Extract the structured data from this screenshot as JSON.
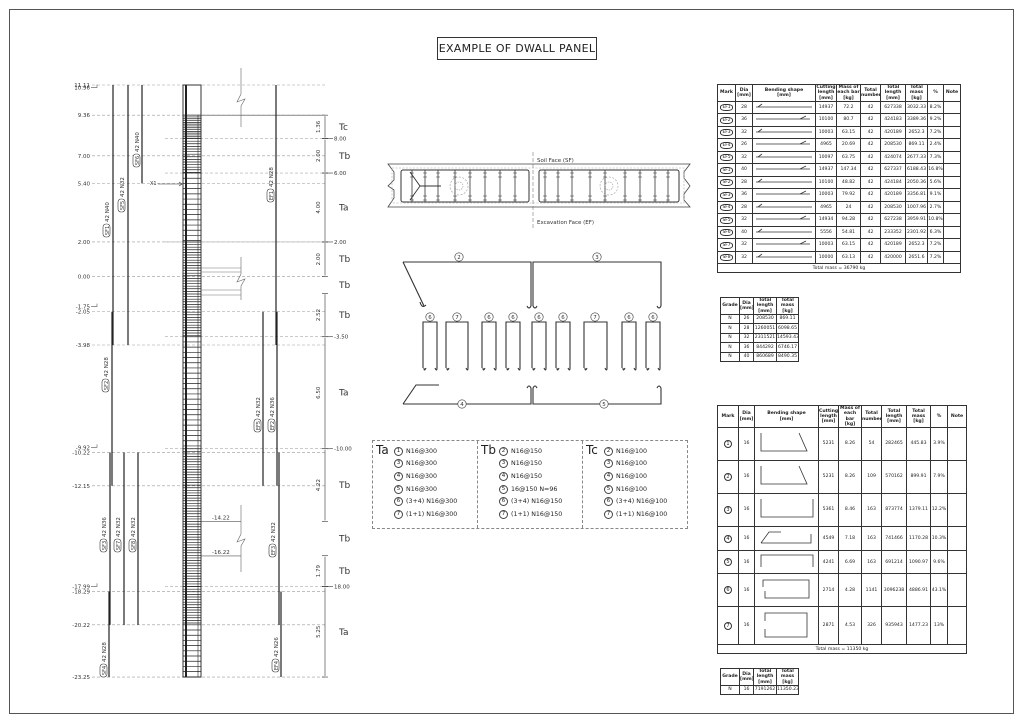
{
  "title": "EXAMPLE OF DWALL PANEL",
  "elevation": {
    "left_levels": [
      "11.11",
      "10.96",
      "9.36",
      "7.00",
      "5.40",
      "2.00",
      "0.00",
      "-1.75",
      "-2.05",
      "-3.98",
      "-9.92",
      "-10.22",
      "-12.15",
      "-17.99",
      "-18.29",
      "-20.22",
      "-23.25"
    ],
    "right_levels": [
      "8.00",
      "6.00",
      "2.00",
      "-3.50",
      "-10.00",
      "18.00"
    ],
    "right_level_values": [
      8.0,
      6.0,
      2.0,
      -3.5,
      -10.0,
      -18.0
    ],
    "callouts": [
      "-14.22",
      "-16.22"
    ],
    "x1_label": "X1",
    "dims": [
      {
        "label": "1.36",
        "zone": "Tc",
        "from": 9.36,
        "to": 8.0
      },
      {
        "label": "2.00",
        "zone": "Tb",
        "from": 8.0,
        "to": 6.0
      },
      {
        "label": "4.00",
        "zone": "Ta",
        "from": 6.0,
        "to": 2.0
      },
      {
        "label": "2.00",
        "zone": "Tb",
        "from": 2.0,
        "to": 0.0
      },
      {
        "label": "",
        "zone": "Tb",
        "from": 0.0,
        "to": -0.98
      },
      {
        "label": "2.52",
        "zone": "Tb",
        "from": -0.98,
        "to": -3.5
      },
      {
        "label": "6.50",
        "zone": "Ta",
        "from": -3.5,
        "to": -10.0
      },
      {
        "label": "4.22",
        "zone": "Tb",
        "from": -10.0,
        "to": -14.22
      },
      {
        "label": "",
        "zone": "Tb",
        "from": -14.22,
        "to": -16.21
      },
      {
        "label": "1.79",
        "zone": "Tb",
        "from": -16.21,
        "to": -18.0
      },
      {
        "label": "5.25",
        "zone": "Ta",
        "from": -18.0,
        "to": -23.25
      }
    ],
    "bars": [
      {
        "mark": "SF1",
        "label": "42 N40"
      },
      {
        "mark": "SF5",
        "label": "42 N32"
      },
      {
        "mark": "SF6",
        "label": "42 N40"
      },
      {
        "mark": "EF1",
        "label": "42 N28"
      },
      {
        "mark": "SF2",
        "label": "42 N28"
      },
      {
        "mark": "EF5",
        "label": "42 N32"
      },
      {
        "mark": "EF2",
        "label": "42 N36"
      },
      {
        "mark": "SF3",
        "label": "42 N36"
      },
      {
        "mark": "SF7",
        "label": "42 N32"
      },
      {
        "mark": "SF8",
        "label": "42 N32"
      },
      {
        "mark": "EF3",
        "label": "42 N32"
      },
      {
        "mark": "SF4",
        "label": "42 N28"
      },
      {
        "mark": "EF4",
        "label": "42 N26"
      }
    ]
  },
  "section": {
    "soil_face": "Soil Face (SF)",
    "excavation_face": "Excavation Face (EF)"
  },
  "shapes": {
    "marks": [
      "2",
      "3",
      "6",
      "7",
      "6",
      "6",
      "6",
      "6",
      "7",
      "6",
      "6",
      "4",
      "5"
    ]
  },
  "schedule": [
    {
      "zone": "Ta",
      "items": [
        [
          "1",
          "N16@300"
        ],
        [
          "3",
          "N16@300"
        ],
        [
          "4",
          "N16@300"
        ],
        [
          "5",
          "N16@300"
        ],
        [
          "6",
          "(3+4)  N16@300"
        ],
        [
          "7",
          "(1+1)  N16@300"
        ]
      ]
    },
    {
      "zone": "Tb",
      "items": [
        [
          "2",
          "N16@150"
        ],
        [
          "3",
          "N16@150"
        ],
        [
          "4",
          "N16@150"
        ],
        [
          "5",
          "16@150  N=96"
        ],
        [
          "6",
          "(3+4)  N16@150"
        ],
        [
          "7",
          "(1+1)  N16@150"
        ]
      ]
    },
    {
      "zone": "Tc",
      "items": [
        [
          "2",
          "N16@100"
        ],
        [
          "3",
          "N16@100"
        ],
        [
          "4",
          "N16@100"
        ],
        [
          "5",
          "N16@100"
        ],
        [
          "6",
          "(3+4)  N16@100"
        ],
        [
          "7",
          "(1+1)  N16@100"
        ]
      ]
    }
  ],
  "vertical_table": {
    "headers": [
      "Mark",
      "Dia\n[mm]",
      "Bending shape\n[mm]",
      "Cutting\nlength\n[mm]",
      "Mass of\neach bar\n[kg]",
      "Total\nnumber",
      "Total\nlength\n[mm]",
      "Total\nmass\n[kg]",
      "%",
      "Note"
    ],
    "rows": [
      [
        "EF1",
        "28",
        "14937",
        "72.2",
        "42",
        "627338",
        "3032.33",
        "8.2%",
        ""
      ],
      [
        "EF2",
        "36",
        "10100",
        "80.7",
        "42",
        "424183",
        "3389.36",
        "9.2%",
        ""
      ],
      [
        "EF3",
        "32",
        "10003",
        "63.15",
        "42",
        "420189",
        "2652.3",
        "7.2%",
        ""
      ],
      [
        "EF4",
        "26",
        "4965",
        "20.69",
        "42",
        "208530",
        "869.11",
        "2.4%",
        ""
      ],
      [
        "EF5",
        "32",
        "10097",
        "63.75",
        "42",
        "424074",
        "2677.33",
        "7.3%",
        ""
      ],
      [
        "SF1",
        "40",
        "14937",
        "147.34",
        "42",
        "627337",
        "6188.43",
        "16.8%",
        ""
      ],
      [
        "SF2",
        "28",
        "10100",
        "48.82",
        "42",
        "424184",
        "2050.36",
        "5.6%",
        ""
      ],
      [
        "SF3",
        "36",
        "10003",
        "79.92",
        "42",
        "420189",
        "3356.81",
        "9.1%",
        ""
      ],
      [
        "SF4",
        "28",
        "4965",
        "24",
        "42",
        "208530",
        "1007.96",
        "2.7%",
        ""
      ],
      [
        "SF5",
        "32",
        "14934",
        "94.28",
        "42",
        "627238",
        "3959.91",
        "10.8%",
        ""
      ],
      [
        "SF6",
        "40",
        "5556",
        "54.81",
        "42",
        "233352",
        "2301.92",
        "6.3%",
        ""
      ],
      [
        "SF7",
        "32",
        "10003",
        "63.15",
        "42",
        "420189",
        "2652.3",
        "7.2%",
        ""
      ],
      [
        "SF8",
        "32",
        "10000",
        "63.13",
        "42",
        "420000",
        "2651.6",
        "7.2%",
        ""
      ]
    ],
    "total": "Total mass = 36790 kg"
  },
  "vertical_summary": {
    "headers": [
      "Grade",
      "Dia\n[mm]",
      "Total\nlength\n[mm]",
      "Total\nmass\n[kg]"
    ],
    "rows": [
      [
        "N",
        "26",
        "208530",
        "869.11"
      ],
      [
        "N",
        "28",
        "1260051",
        "6098.65"
      ],
      [
        "N",
        "32",
        "2311521",
        "14593.43"
      ],
      [
        "N",
        "36",
        "844292",
        "6746.17"
      ],
      [
        "N",
        "40",
        "860689",
        "8490.35"
      ]
    ]
  },
  "stirrup_table": {
    "headers": [
      "Mark",
      "Dia\n[mm]",
      "Bending shape\n[mm]",
      "Cutting\nlength\n[mm]",
      "Mass of\neach bar\n[kg]",
      "Total\nnumber",
      "Total\nlength\n[mm]",
      "Total\nmass\n[kg]",
      "%",
      "Note"
    ],
    "rows": [
      [
        "1",
        "16",
        "5231",
        "8.26",
        "54",
        "282465",
        "445.83",
        "3.9%",
        ""
      ],
      [
        "2",
        "16",
        "5231",
        "8.26",
        "109",
        "570162",
        "899.91",
        "7.9%",
        ""
      ],
      [
        "3",
        "16",
        "5361",
        "8.46",
        "163",
        "873774",
        "1379.11",
        "12.2%",
        ""
      ],
      [
        "4",
        "16",
        "4549",
        "7.18",
        "163",
        "741466",
        "1170.28",
        "10.3%",
        ""
      ],
      [
        "5",
        "16",
        "4241",
        "6.69",
        "163",
        "691214",
        "1090.97",
        "9.6%",
        ""
      ],
      [
        "6",
        "16",
        "2714",
        "4.28",
        "1141",
        "3096238",
        "4886.91",
        "43.1%",
        ""
      ],
      [
        "7",
        "16",
        "2871",
        "4.53",
        "326",
        "935943",
        "1477.23",
        "13%",
        ""
      ]
    ],
    "total": "Total mass = 11350 kg"
  },
  "stirrup_summary": {
    "headers": [
      "Grade",
      "Dia\n[mm]",
      "Total\nlength\n[mm]",
      "Total\nmass\n[kg]"
    ],
    "rows": [
      [
        "N",
        "16",
        "7191262",
        "11350.23"
      ]
    ]
  }
}
